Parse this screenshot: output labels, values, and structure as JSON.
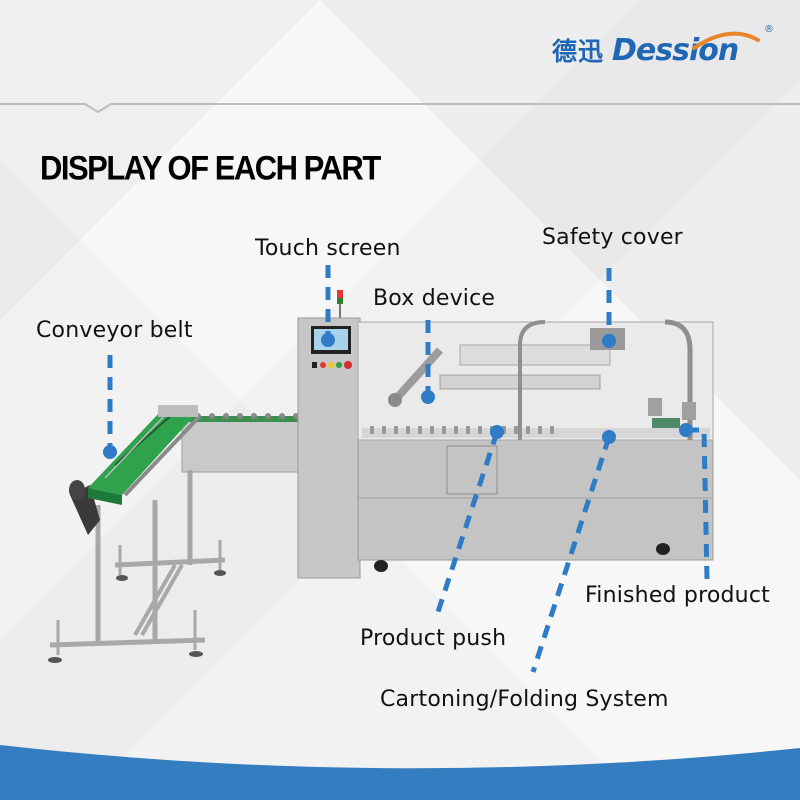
{
  "brand": {
    "chinese_name": "德迅",
    "english_name": "Dession",
    "registered_mark": "®",
    "color": "#1f66b5",
    "arc_color": "#e8872a"
  },
  "page": {
    "title": "DISPLAY OF EACH PART"
  },
  "callouts": [
    {
      "id": "conveyor-belt",
      "label": "Conveyor belt"
    },
    {
      "id": "touch-screen",
      "label": "Touch screen"
    },
    {
      "id": "box-device",
      "label": "Box device"
    },
    {
      "id": "safety-cover",
      "label": "Safety cover"
    },
    {
      "id": "finished-product",
      "label": "Finished product"
    },
    {
      "id": "product-push",
      "label": "Product push"
    },
    {
      "id": "cartoning-folding-system",
      "label": "Cartoning/Folding System"
    }
  ],
  "colors": {
    "callout_line": "#2f7cc6",
    "footer_band": "#357dc1",
    "belt_green": "#2fa24e",
    "machine_gray": "#c4c4c4"
  }
}
